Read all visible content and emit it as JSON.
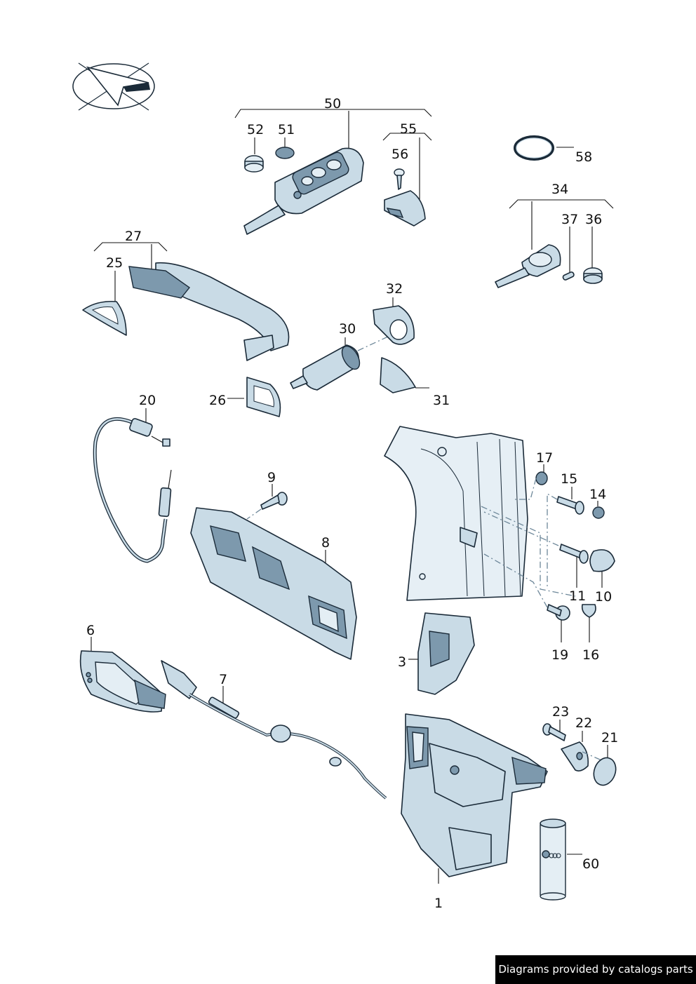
{
  "callouts": {
    "c1": "1",
    "c3": "3",
    "c6": "6",
    "c7": "7",
    "c8": "8",
    "c9": "9",
    "c10": "10",
    "c11": "11",
    "c14": "14",
    "c15": "15",
    "c16": "16",
    "c17": "17",
    "c19": "19",
    "c20": "20",
    "c21": "21",
    "c22": "22",
    "c23": "23",
    "c25": "25",
    "c26": "26",
    "c27": "27",
    "c30": "30",
    "c31": "31",
    "c32": "32",
    "c34": "34",
    "c36": "36",
    "c37": "37",
    "c50": "50",
    "c51": "51",
    "c52": "52",
    "c55": "55",
    "c56": "56",
    "c58": "58",
    "c60": "60"
  },
  "icons": {
    "orientation": "direction-arrow-icon"
  },
  "colors": {
    "part_fill": "#c9dbe6",
    "part_dark": "#7d99ad",
    "line": "#1a2a38"
  },
  "footer": {
    "credit": "Diagrams provided by catalogs parts"
  }
}
